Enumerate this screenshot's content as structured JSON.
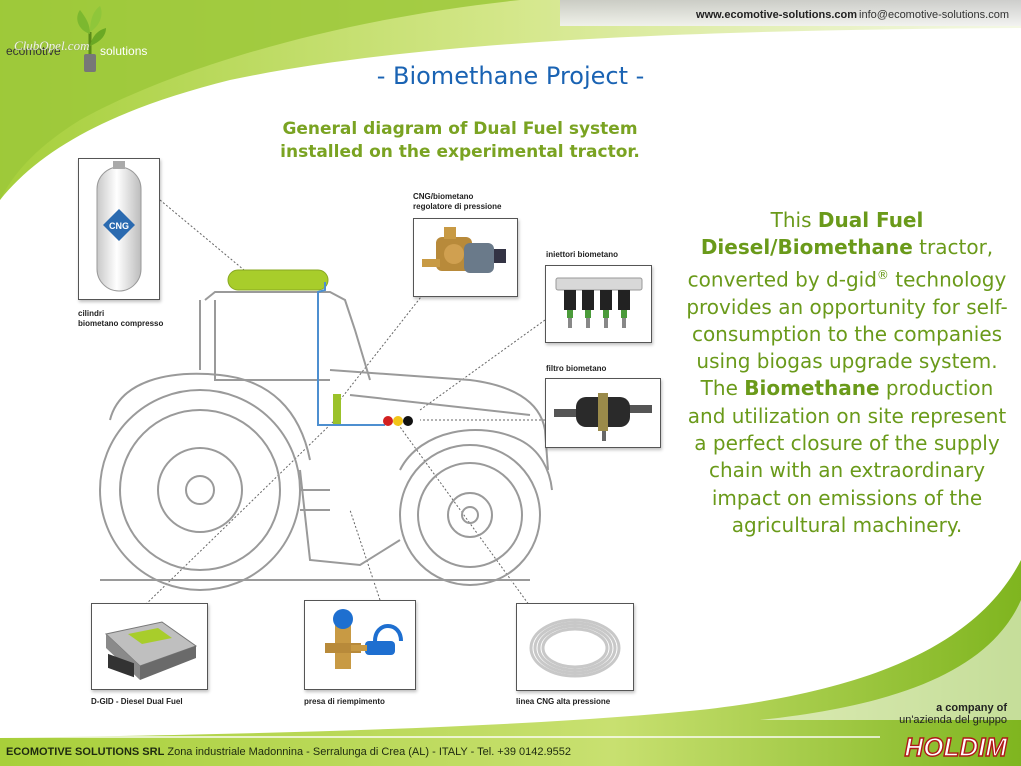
{
  "header": {
    "website": "www.ecomotive-solutions.com",
    "email": "info@ecomotive-solutions.com",
    "logo_text": "ecomotive",
    "logo_solutions": "solutions",
    "watermark": "ClubOpel.com"
  },
  "title": "- Biomethane Project -",
  "subtitle_line1": "General diagram of Dual Fuel system",
  "subtitle_line2": "installed on  the experimental tractor.",
  "description": {
    "p1_pre": "This ",
    "p1_bold": "Dual Fuel Diesel/Biomethane",
    "p1_post": " tractor, converted by d-gid",
    "p1_sup": "®",
    "p1_end": " technology",
    "p2_pre": "provides an opportunity for self-consumption to the companies using biogas upgrade system. The ",
    "p2_bold": "Biomethane",
    "p2_post": " production and utilization on site represent a perfect closure of the supply chain with an extraordinary impact on emissions of the agricultural machinery."
  },
  "components": {
    "cylinder": {
      "label_1": "cilindri",
      "label_2": "biometano compresso",
      "badge": "CNG"
    },
    "regulator": {
      "label_1": "CNG/biometano",
      "label_2": "regolatore di pressione"
    },
    "injectors": {
      "label_1": "iniettori biometano"
    },
    "filter": {
      "label_1": "filtro biometano"
    },
    "ecu": {
      "label_1": "D-GID - Diesel Dual Fuel"
    },
    "filler": {
      "label_1": "presa di riempimento"
    },
    "hose": {
      "label_1": "linea CNG alta pressione"
    }
  },
  "company": {
    "line1": "a company of",
    "line2": "un'azienda del gruppo",
    "brand": "HOLDIM"
  },
  "footer": {
    "name": "ECOMOTIVE SOLUTIONS SRL",
    "address": " Zona industriale Madonnina - Serralunga di Crea (AL) - ITALY - Tel. +39 0142.9552"
  },
  "colors": {
    "accent_green": "#8cc63f",
    "title_blue": "#1a63b3",
    "text_green": "#6a9a1a"
  }
}
